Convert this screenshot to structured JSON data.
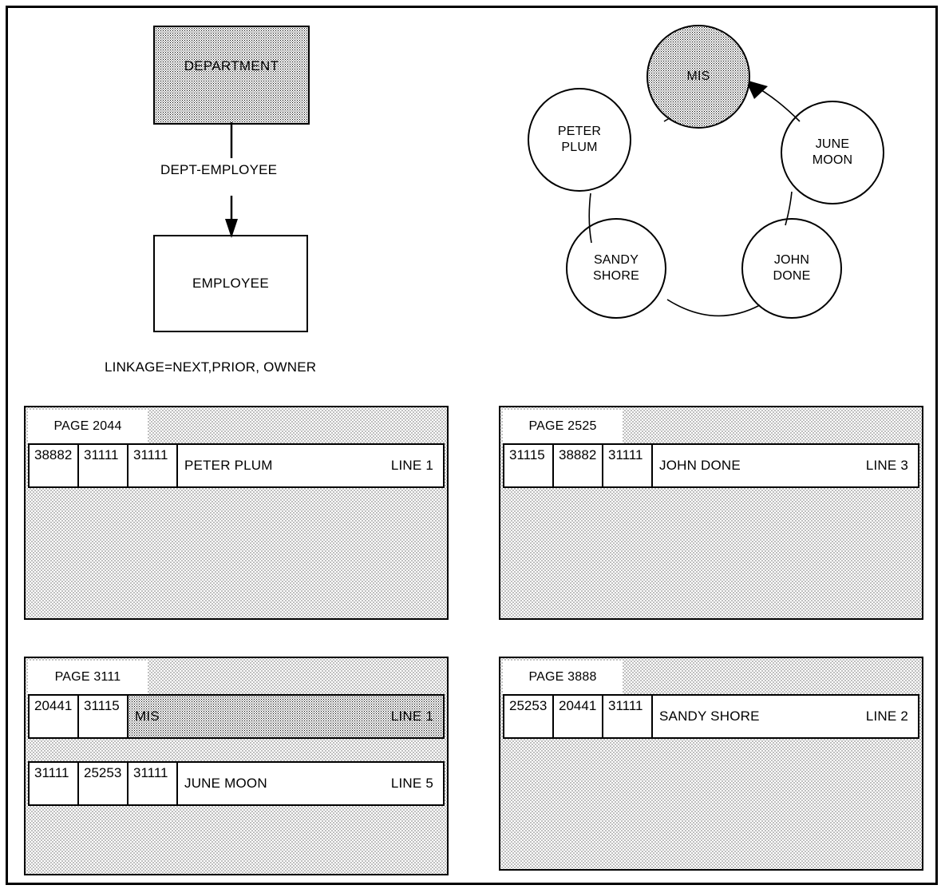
{
  "er_diagram": {
    "owner_record": {
      "name": "DEPARTMENT",
      "shaded": true
    },
    "member_record": {
      "name": "EMPLOYEE",
      "shaded": false
    },
    "set_name": "DEPT-EMPLOYEE",
    "linkage": "LINKAGE=NEXT,PRIOR, OWNER"
  },
  "occurrence_ring": {
    "nodes": [
      {
        "id": "mis",
        "label_line1": "MIS",
        "label_line2": "",
        "shaded": true
      },
      {
        "id": "june",
        "label_line1": "JUNE",
        "label_line2": "MOON",
        "shaded": false
      },
      {
        "id": "john",
        "label_line1": "JOHN",
        "label_line2": "DONE",
        "shaded": false
      },
      {
        "id": "sandy",
        "label_line1": "SANDY",
        "label_line2": "SHORE",
        "shaded": false
      },
      {
        "id": "peter",
        "label_line1": "PETER",
        "label_line2": "PLUM",
        "shaded": false
      }
    ]
  },
  "pages": [
    {
      "id": "page-2044",
      "header": "PAGE 2044",
      "rows": [
        {
          "shaded": false,
          "pointers": [
            "38882",
            "31111",
            "31111"
          ],
          "name": "PETER PLUM",
          "line": "LINE 1"
        }
      ]
    },
    {
      "id": "page-2525",
      "header": "PAGE 2525",
      "rows": [
        {
          "shaded": false,
          "pointers": [
            "31115",
            "38882",
            "31111"
          ],
          "name": "JOHN DONE",
          "line": "LINE 3"
        }
      ]
    },
    {
      "id": "page-3111",
      "header": "PAGE 3111",
      "rows": [
        {
          "shaded": true,
          "pointers": [
            "20441",
            "31115"
          ],
          "name": "MIS",
          "line": "LINE 1"
        },
        {
          "shaded": false,
          "pointers": [
            "31111",
            "25253",
            "31111"
          ],
          "name": "JUNE MOON",
          "line": "LINE 5"
        }
      ]
    },
    {
      "id": "page-3888",
      "header": "PAGE 3888",
      "rows": [
        {
          "shaded": false,
          "pointers": [
            "25253",
            "20441",
            "31111"
          ],
          "name": "SANDY SHORE",
          "line": "LINE 2"
        }
      ]
    }
  ]
}
